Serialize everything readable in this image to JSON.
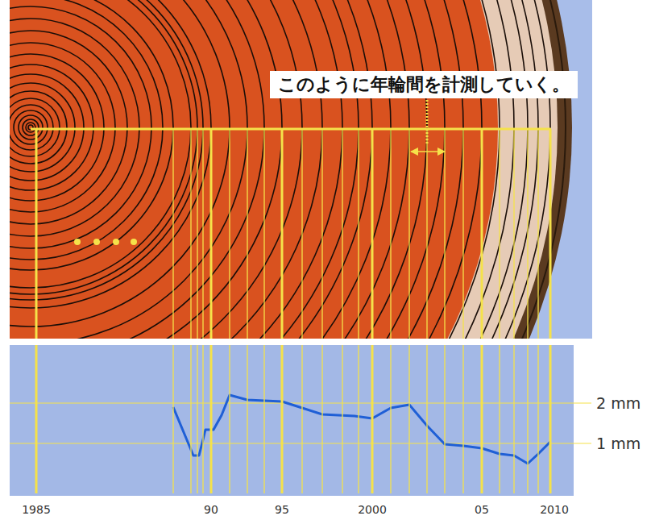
{
  "diagram": {
    "nodes": [
      {
        "text": [
          "このように年輪間を計測していく。"
        ]
      }
    ],
    "labels": [
      "2 mm",
      "1 mm",
      "1985",
      "90",
      "95",
      "2000",
      "05",
      "2010"
    ]
  }
}
